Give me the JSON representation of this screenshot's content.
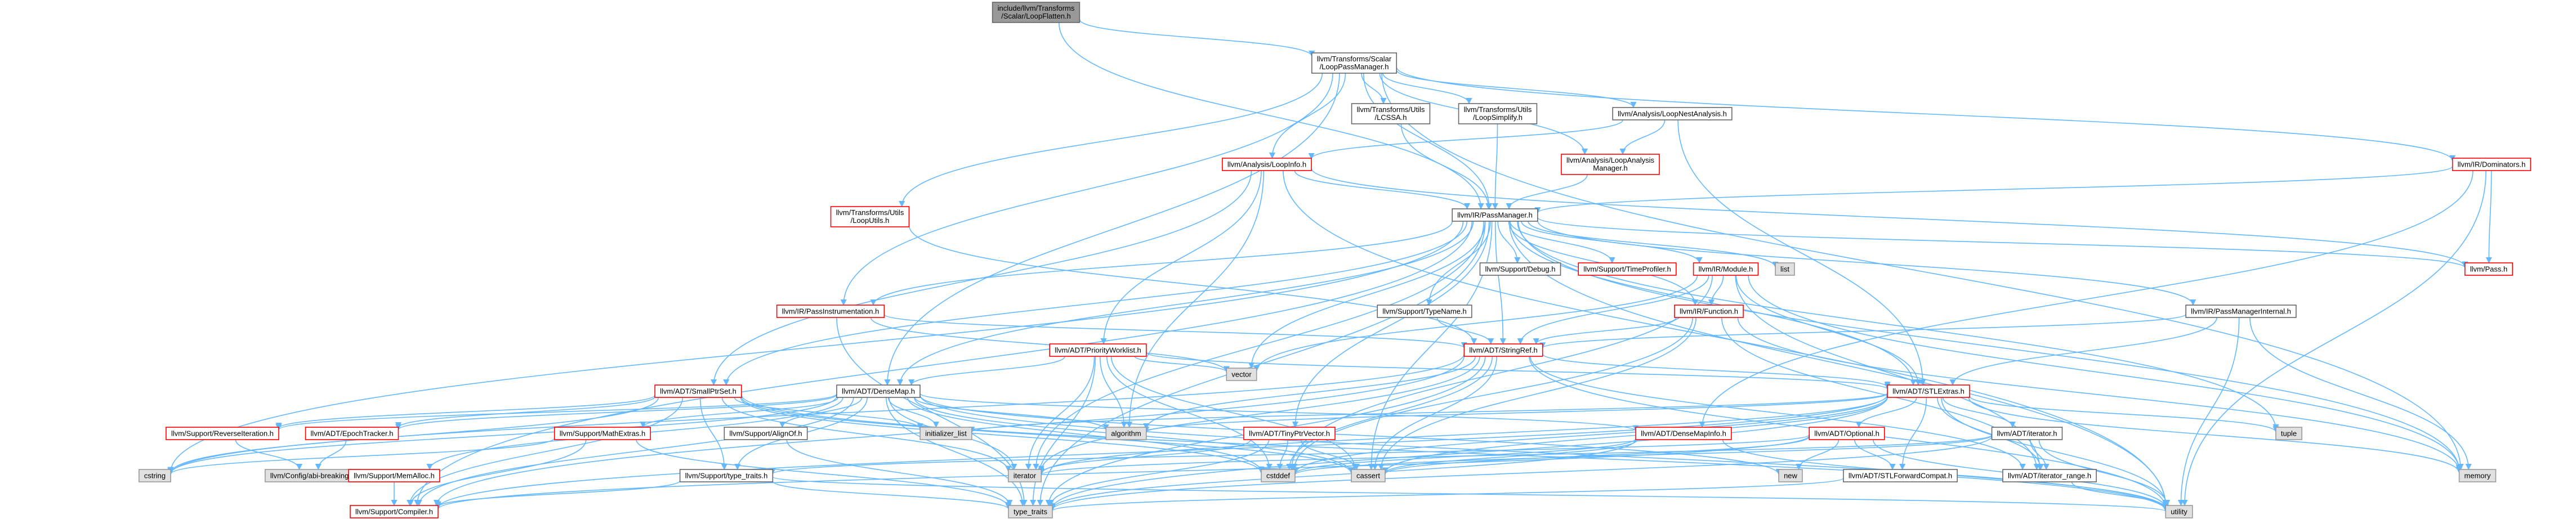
{
  "colors": {
    "edge": "#63B8FF",
    "node_border_default": "#666666",
    "node_border_red": "#FF0000",
    "node_fill_default": "#FFFFFF",
    "node_fill_root": "#999999",
    "node_fill_gray": "#E0E0E0",
    "node_border_gray": "#999999"
  },
  "nodes": [
    {
      "id": "root",
      "lines": [
        "include/llvm/Transforms",
        "/Scalar/LoopFlatten.h"
      ],
      "style": "root"
    },
    {
      "id": "lpm",
      "lines": [
        "llvm/Transforms/Scalar",
        "/LoopPassManager.h"
      ],
      "style": "default"
    },
    {
      "id": "lcssa",
      "lines": [
        "llvm/Transforms/Utils",
        "/LCSSA.h"
      ],
      "style": "default"
    },
    {
      "id": "loopsimplify",
      "lines": [
        "llvm/Transforms/Utils",
        "/LoopSimplify.h"
      ],
      "style": "default"
    },
    {
      "id": "lna",
      "lines": [
        "llvm/Analysis/LoopNestAnalysis.h"
      ],
      "style": "default"
    },
    {
      "id": "dominators",
      "lines": [
        "llvm/IR/Dominators.h"
      ],
      "style": "red"
    },
    {
      "id": "loopinfo",
      "lines": [
        "llvm/Analysis/LoopInfo.h"
      ],
      "style": "red"
    },
    {
      "id": "lam",
      "lines": [
        "llvm/Analysis/LoopAnalysis",
        "Manager.h"
      ],
      "style": "red"
    },
    {
      "id": "looputils",
      "lines": [
        "llvm/Transforms/Utils",
        "/LoopUtils.h"
      ],
      "style": "red"
    },
    {
      "id": "passmanager",
      "lines": [
        "llvm/IR/PassManager.h"
      ],
      "style": "default"
    },
    {
      "id": "pass",
      "lines": [
        "llvm/Pass.h"
      ],
      "style": "red"
    },
    {
      "id": "debug",
      "lines": [
        "llvm/Support/Debug.h"
      ],
      "style": "default"
    },
    {
      "id": "timeprofiler",
      "lines": [
        "llvm/Support/TimeProfiler.h"
      ],
      "style": "red"
    },
    {
      "id": "module",
      "lines": [
        "llvm/IR/Module.h"
      ],
      "style": "red"
    },
    {
      "id": "list",
      "lines": [
        "list"
      ],
      "style": "gray"
    },
    {
      "id": "passinstr",
      "lines": [
        "llvm/IR/PassInstrumentation.h"
      ],
      "style": "red"
    },
    {
      "id": "typename",
      "lines": [
        "llvm/Support/TypeName.h"
      ],
      "style": "default"
    },
    {
      "id": "function",
      "lines": [
        "llvm/IR/Function.h"
      ],
      "style": "red"
    },
    {
      "id": "pmi",
      "lines": [
        "llvm/IR/PassManagerInternal.h"
      ],
      "style": "default"
    },
    {
      "id": "priorityworklist",
      "lines": [
        "llvm/ADT/PriorityWorklist.h"
      ],
      "style": "red"
    },
    {
      "id": "stringref",
      "lines": [
        "llvm/ADT/StringRef.h"
      ],
      "style": "red"
    },
    {
      "id": "vector",
      "lines": [
        "vector"
      ],
      "style": "gray"
    },
    {
      "id": "smallptrset",
      "lines": [
        "llvm/ADT/SmallPtrSet.h"
      ],
      "style": "red"
    },
    {
      "id": "densemap",
      "lines": [
        "llvm/ADT/DenseMap.h"
      ],
      "style": "default"
    },
    {
      "id": "stlextras",
      "lines": [
        "llvm/ADT/STLExtras.h"
      ],
      "style": "red"
    },
    {
      "id": "revit",
      "lines": [
        "llvm/Support/ReverseIteration.h"
      ],
      "style": "red"
    },
    {
      "id": "epoch",
      "lines": [
        "llvm/ADT/EpochTracker.h"
      ],
      "style": "red"
    },
    {
      "id": "mathextras",
      "lines": [
        "llvm/Support/MathExtras.h"
      ],
      "style": "red"
    },
    {
      "id": "initlist",
      "lines": [
        "initializer_list"
      ],
      "style": "gray"
    },
    {
      "id": "alignof",
      "lines": [
        "llvm/Support/AlignOf.h"
      ],
      "style": "default"
    },
    {
      "id": "algorithm",
      "lines": [
        "algorithm"
      ],
      "style": "gray"
    },
    {
      "id": "tinyptr",
      "lines": [
        "llvm/ADT/TinyPtrVector.h"
      ],
      "style": "red"
    },
    {
      "id": "densemapinfo",
      "lines": [
        "llvm/ADT/DenseMapInfo.h"
      ],
      "style": "red"
    },
    {
      "id": "optional",
      "lines": [
        "llvm/ADT/Optional.h"
      ],
      "style": "red"
    },
    {
      "id": "adtiterator",
      "lines": [
        "llvm/ADT/iterator.h"
      ],
      "style": "default"
    },
    {
      "id": "tuple",
      "lines": [
        "tuple"
      ],
      "style": "gray"
    },
    {
      "id": "cstring",
      "lines": [
        "cstring"
      ],
      "style": "gray"
    },
    {
      "id": "configab",
      "lines": [
        "llvm/Config/abi-breaking.h"
      ],
      "style": "gray"
    },
    {
      "id": "memalloc",
      "lines": [
        "llvm/Support/MemAlloc.h"
      ],
      "style": "red"
    },
    {
      "id": "iterator",
      "lines": [
        "iterator"
      ],
      "style": "gray"
    },
    {
      "id": "typetraits_sup",
      "lines": [
        "llvm/Support/type_traits.h"
      ],
      "style": "default"
    },
    {
      "id": "cstddef",
      "lines": [
        "cstddef"
      ],
      "style": "gray"
    },
    {
      "id": "cassert",
      "lines": [
        "cassert"
      ],
      "style": "gray"
    },
    {
      "id": "new",
      "lines": [
        "new"
      ],
      "style": "gray"
    },
    {
      "id": "stlfwd",
      "lines": [
        "llvm/ADT/STLForwardCompat.h"
      ],
      "style": "default"
    },
    {
      "id": "memory",
      "lines": [
        "memory"
      ],
      "style": "gray"
    },
    {
      "id": "iterrange",
      "lines": [
        "llvm/ADT/iterator_range.h"
      ],
      "style": "default"
    },
    {
      "id": "compiler",
      "lines": [
        "llvm/Support/Compiler.h"
      ],
      "style": "red"
    },
    {
      "id": "type_traits",
      "lines": [
        "type_traits"
      ],
      "style": "gray"
    },
    {
      "id": "utility",
      "lines": [
        "utility"
      ],
      "style": "gray"
    }
  ],
  "edges": [
    [
      "root",
      "lpm"
    ],
    [
      "root",
      "passmanager"
    ],
    [
      "lpm",
      "lcssa"
    ],
    [
      "lpm",
      "loopsimplify"
    ],
    [
      "lpm",
      "lna"
    ],
    [
      "lpm",
      "dominators"
    ],
    [
      "lpm",
      "loopinfo"
    ],
    [
      "lpm",
      "lam"
    ],
    [
      "lpm",
      "looputils"
    ],
    [
      "lpm",
      "passmanager"
    ],
    [
      "lpm",
      "passinstr"
    ],
    [
      "lpm",
      "densemap"
    ],
    [
      "lpm",
      "memory"
    ],
    [
      "lcssa",
      "passmanager"
    ],
    [
      "loopsimplify",
      "passmanager"
    ],
    [
      "lna",
      "loopinfo"
    ],
    [
      "lna",
      "lam"
    ],
    [
      "lna",
      "stlextras"
    ],
    [
      "dominators",
      "passmanager"
    ],
    [
      "dominators",
      "pass"
    ],
    [
      "dominators",
      "utility"
    ],
    [
      "dominators",
      "densemapinfo"
    ],
    [
      "loopinfo",
      "passmanager"
    ],
    [
      "loopinfo",
      "pass"
    ],
    [
      "loopinfo",
      "smallptrset"
    ],
    [
      "loopinfo",
      "algorithm"
    ],
    [
      "loopinfo",
      "utility"
    ],
    [
      "loopinfo",
      "priorityworklist"
    ],
    [
      "lam",
      "passmanager"
    ],
    [
      "looputils",
      "stringref"
    ],
    [
      "passmanager",
      "pass"
    ],
    [
      "passmanager",
      "debug"
    ],
    [
      "passmanager",
      "timeprofiler"
    ],
    [
      "passmanager",
      "module"
    ],
    [
      "passmanager",
      "list"
    ],
    [
      "passmanager",
      "passinstr"
    ],
    [
      "passmanager",
      "typename"
    ],
    [
      "passmanager",
      "function"
    ],
    [
      "passmanager",
      "pmi"
    ],
    [
      "passmanager",
      "stringref"
    ],
    [
      "passmanager",
      "vector"
    ],
    [
      "passmanager",
      "smallptrset"
    ],
    [
      "passmanager",
      "densemap"
    ],
    [
      "passmanager",
      "stlextras"
    ],
    [
      "passmanager",
      "tinyptr"
    ],
    [
      "passmanager",
      "iterator"
    ],
    [
      "passmanager",
      "cstring"
    ],
    [
      "passmanager",
      "compiler"
    ],
    [
      "passmanager",
      "cassert"
    ],
    [
      "passmanager",
      "type_traits"
    ],
    [
      "passmanager",
      "utility"
    ],
    [
      "passmanager",
      "tuple"
    ],
    [
      "passmanager",
      "memory"
    ],
    [
      "module",
      "function"
    ],
    [
      "module",
      "stringref"
    ],
    [
      "module",
      "stlextras"
    ],
    [
      "module",
      "iterrange"
    ],
    [
      "module",
      "vector"
    ],
    [
      "module",
      "memory"
    ],
    [
      "module",
      "cstddef"
    ],
    [
      "function",
      "stringref"
    ],
    [
      "function",
      "iterrange"
    ],
    [
      "function",
      "cstddef"
    ],
    [
      "function",
      "cassert"
    ],
    [
      "function",
      "memory"
    ],
    [
      "passinstr",
      "stringref"
    ],
    [
      "passinstr",
      "type_traits"
    ],
    [
      "passinstr",
      "vector"
    ],
    [
      "typename",
      "stringref"
    ],
    [
      "pmi",
      "stringref"
    ],
    [
      "pmi",
      "stlextras"
    ],
    [
      "pmi",
      "memory"
    ],
    [
      "pmi",
      "utility"
    ],
    [
      "priorityworklist",
      "densemap"
    ],
    [
      "priorityworklist",
      "stlextras"
    ],
    [
      "priorityworklist",
      "vector"
    ],
    [
      "priorityworklist",
      "algorithm"
    ],
    [
      "priorityworklist",
      "cassert"
    ],
    [
      "priorityworklist",
      "cstddef"
    ],
    [
      "priorityworklist",
      "iterator"
    ],
    [
      "priorityworklist",
      "type_traits"
    ],
    [
      "stringref",
      "stlextras"
    ],
    [
      "stringref",
      "iterrange"
    ],
    [
      "stringref",
      "compiler"
    ],
    [
      "stringref",
      "algorithm"
    ],
    [
      "stringref",
      "cassert"
    ],
    [
      "stringref",
      "cstddef"
    ],
    [
      "stringref",
      "cstring"
    ],
    [
      "stringref",
      "iterator"
    ],
    [
      "stringref",
      "type_traits"
    ],
    [
      "stringref",
      "utility"
    ],
    [
      "smallptrset",
      "epoch"
    ],
    [
      "smallptrset",
      "revit"
    ],
    [
      "smallptrset",
      "compiler"
    ],
    [
      "smallptrset",
      "typetraits_sup"
    ],
    [
      "smallptrset",
      "cassert"
    ],
    [
      "smallptrset",
      "cstddef"
    ],
    [
      "smallptrset",
      "cstring"
    ],
    [
      "smallptrset",
      "initlist"
    ],
    [
      "smallptrset",
      "iterator"
    ],
    [
      "smallptrset",
      "utility"
    ],
    [
      "densemap",
      "densemapinfo"
    ],
    [
      "densemap",
      "epoch"
    ],
    [
      "densemap",
      "alignof"
    ],
    [
      "densemap",
      "compiler"
    ],
    [
      "densemap",
      "mathextras"
    ],
    [
      "densemap",
      "memalloc"
    ],
    [
      "densemap",
      "revit"
    ],
    [
      "densemap",
      "typetraits_sup"
    ],
    [
      "densemap",
      "algorithm"
    ],
    [
      "densemap",
      "cassert"
    ],
    [
      "densemap",
      "cstddef"
    ],
    [
      "densemap",
      "cstring"
    ],
    [
      "densemap",
      "initlist"
    ],
    [
      "densemap",
      "iterator"
    ],
    [
      "densemap",
      "new"
    ],
    [
      "densemap",
      "type_traits"
    ],
    [
      "densemap",
      "utility"
    ],
    [
      "stlextras",
      "optional"
    ],
    [
      "stlextras",
      "stlfwd"
    ],
    [
      "stlextras",
      "adtiterator"
    ],
    [
      "stlextras",
      "iterrange"
    ],
    [
      "stlextras",
      "compiler"
    ],
    [
      "stlextras",
      "algorithm"
    ],
    [
      "stlextras",
      "cassert"
    ],
    [
      "stlextras",
      "cstddef"
    ],
    [
      "stlextras",
      "initlist"
    ],
    [
      "stlextras",
      "iterator"
    ],
    [
      "stlextras",
      "memory"
    ],
    [
      "stlextras",
      "tuple"
    ],
    [
      "stlextras",
      "type_traits"
    ],
    [
      "stlextras",
      "utility"
    ],
    [
      "revit",
      "configab"
    ],
    [
      "epoch",
      "configab"
    ],
    [
      "mathextras",
      "compiler"
    ],
    [
      "mathextras",
      "cstring"
    ],
    [
      "mathextras",
      "type_traits"
    ],
    [
      "memalloc",
      "compiler"
    ],
    [
      "alignof",
      "type_traits"
    ],
    [
      "tinyptr",
      "cassert"
    ],
    [
      "tinyptr",
      "cstddef"
    ],
    [
      "tinyptr",
      "iterator"
    ],
    [
      "tinyptr",
      "type_traits"
    ],
    [
      "densemapinfo",
      "cassert"
    ],
    [
      "densemapinfo",
      "cstddef"
    ],
    [
      "densemapinfo",
      "type_traits"
    ],
    [
      "densemapinfo",
      "utility"
    ],
    [
      "optional",
      "compiler"
    ],
    [
      "optional",
      "stlfwd"
    ],
    [
      "optional",
      "typetraits_sup"
    ],
    [
      "optional",
      "cassert"
    ],
    [
      "optional",
      "new"
    ],
    [
      "optional",
      "utility"
    ],
    [
      "adtiterator",
      "iterrange"
    ],
    [
      "adtiterator",
      "cstddef"
    ],
    [
      "adtiterator",
      "iterator"
    ],
    [
      "adtiterator",
      "type_traits"
    ],
    [
      "adtiterator",
      "utility"
    ],
    [
      "typetraits_sup",
      "compiler"
    ],
    [
      "typetraits_sup",
      "type_traits"
    ],
    [
      "typetraits_sup",
      "utility"
    ],
    [
      "stlfwd",
      "type_traits"
    ],
    [
      "iterrange",
      "utility"
    ]
  ]
}
